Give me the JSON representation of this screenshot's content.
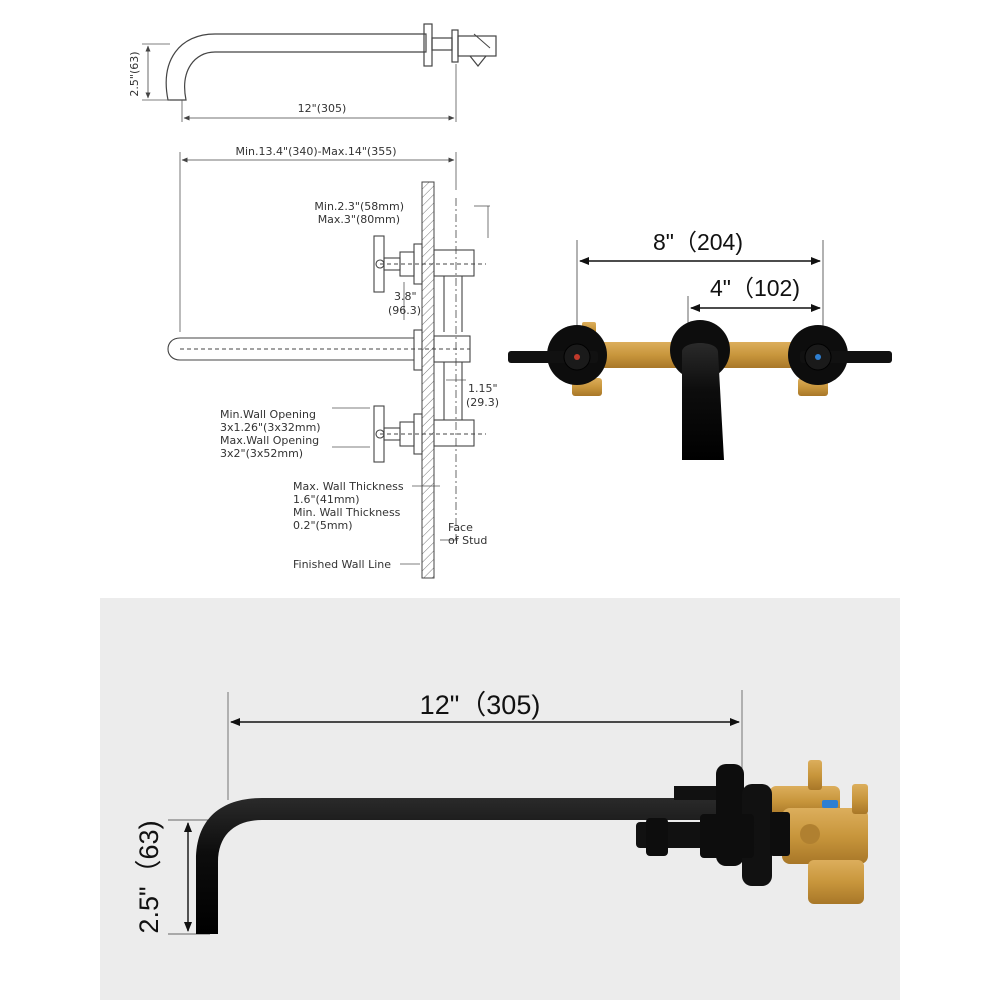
{
  "top_drawing": {
    "height_label": "2.5\"(63)",
    "length_label": "12\"(305)"
  },
  "side_drawing": {
    "overall_label": "Min.13.4\"(340)-Max.14\"(355)",
    "depth_min": "Min.2.3\"(58mm)",
    "depth_max": "Max.3\"(80mm)",
    "spacing_in": "3.8\"",
    "spacing_mm": "(96.3)",
    "offset_in": "1.15\"",
    "offset_mm": "(29.3)",
    "min_opening_label": "Min.Wall Opening",
    "min_opening_value": "3x1.26\"(3x32mm)",
    "max_opening_label": "Max.Wall Opening",
    "max_opening_value": "3x2\"(3x52mm)",
    "max_thickness_label": "Max. Wall Thickness",
    "max_thickness_value": "1.6\"(41mm)",
    "min_thickness_label": "Min. Wall Thickness",
    "min_thickness_value": "0.2\"(5mm)",
    "stud_line1": "Face",
    "stud_line2": "of Stud",
    "wall_line": "Finished Wall Line"
  },
  "front_view": {
    "spread_label": "8\"（204)",
    "half_spread_label": "4\"（102)"
  },
  "photo_view": {
    "length_label": "12\"（305)",
    "height_label": "2.5\"（63)"
  },
  "colors": {
    "finish": "#0d0d0d",
    "brass": "#c8963c",
    "panel_bg": "#ececec",
    "line": "#555555"
  }
}
